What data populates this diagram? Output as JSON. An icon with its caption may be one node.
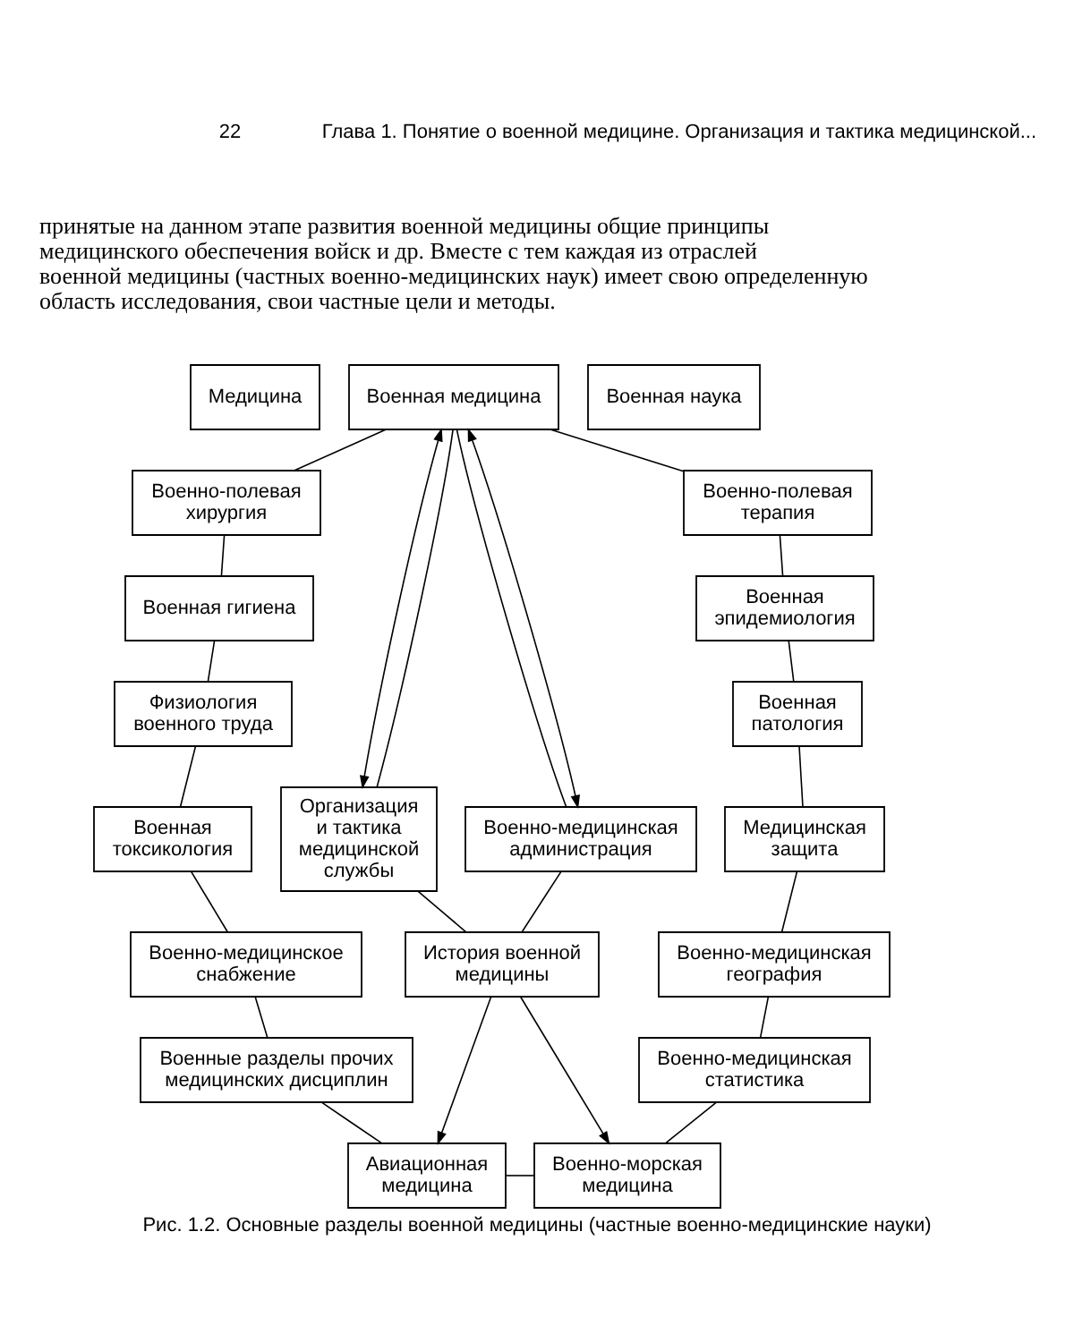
{
  "diagram": {
    "caption": "Рис. 1.2. Основные разделы военной медицины (частные военно-медицинские науки)",
    "nodes": [
      {
        "text": [
          "Медицина"
        ]
      },
      {
        "text": [
          "Военная наука"
        ]
      },
      {
        "text": [
          "Военная медицина"
        ]
      },
      {
        "text": [
          "Военно-полевая хирургия"
        ]
      },
      {
        "text": [
          "Военно-полевая терапия"
        ]
      },
      {
        "text": [
          "Военная гигиена"
        ]
      },
      {
        "text": [
          "Военная эпидемиология"
        ]
      },
      {
        "text": [
          "Физиология военного труда"
        ]
      },
      {
        "text": [
          "Военная патология"
        ]
      },
      {
        "text": [
          "Военная токсикология"
        ]
      },
      {
        "text": [
          "Организация и тактика медицинской службы"
        ]
      },
      {
        "text": [
          "Военно-медицинская администрация"
        ]
      },
      {
        "text": [
          "Медицинская защита"
        ]
      },
      {
        "text": [
          "Военно-медицинское снабжение"
        ]
      },
      {
        "text": [
          "История военной медицины"
        ]
      },
      {
        "text": [
          "Военно-медицинская география"
        ]
      },
      {
        "text": [
          "Военные разделы прочих медицинских дисциплин"
        ]
      },
      {
        "text": [
          "Военно-медицинская статистика"
        ]
      },
      {
        "text": [
          "Авиационная медицина"
        ]
      },
      {
        "text": [
          "Военно-морская медицина"
        ]
      }
    ],
    "edges": [
      {
        "from": 2,
        "to": 3,
        "arrow": "none"
      },
      {
        "from": 3,
        "to": 5,
        "arrow": "none"
      },
      {
        "from": 5,
        "to": 7,
        "arrow": "none"
      },
      {
        "from": 7,
        "to": 9,
        "arrow": "none"
      },
      {
        "from": 9,
        "to": 13,
        "arrow": "none"
      },
      {
        "from": 13,
        "to": 16,
        "arrow": "none"
      },
      {
        "from": 16,
        "to": 18,
        "arrow": "none"
      },
      {
        "from": 2,
        "to": 10,
        "arrow": "both"
      },
      {
        "from": 2,
        "to": 10,
        "arrow": "none"
      },
      {
        "from": 2,
        "to": 11,
        "arrow": "none"
      },
      {
        "from": 2,
        "to": 11,
        "arrow": "both"
      },
      {
        "from": 10,
        "to": 14,
        "arrow": "none"
      },
      {
        "from": 11,
        "to": 14,
        "arrow": "none"
      },
      {
        "from": 14,
        "to": 18,
        "arrow": "to"
      },
      {
        "from": 14,
        "to": 19,
        "arrow": "to"
      },
      {
        "from": 2,
        "to": 4,
        "arrow": "none"
      },
      {
        "from": 4,
        "to": 6,
        "arrow": "none"
      },
      {
        "from": 6,
        "to": 8,
        "arrow": "none"
      },
      {
        "from": 8,
        "to": 12,
        "arrow": "none"
      },
      {
        "from": 12,
        "to": 15,
        "arrow": "none"
      },
      {
        "from": 15,
        "to": 17,
        "arrow": "none"
      },
      {
        "from": 17,
        "to": 19,
        "arrow": "none"
      },
      {
        "from": 18,
        "to": 19,
        "arrow": "none"
      }
    ],
    "labels": [
      "22",
      "Глава 1. Понятие о военной медицине. Организация и тактика медицинской...",
      "принятые на данном этапе развития военной медицины общие принципы медицинского обеспечения войск и др. Вместе с тем каждая из отраслей военной медицины (частных военно-медицинских наук) имеет свою определенную область исследования, свои частные цели и методы."
    ]
  }
}
